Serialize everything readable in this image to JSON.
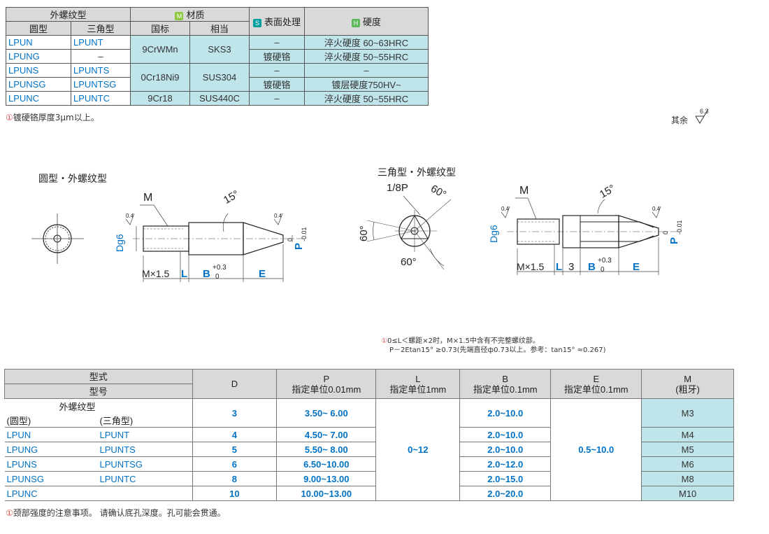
{
  "spec_table": {
    "header_thread": "外螺纹型",
    "header_round": "圆型",
    "header_triangle": "三角型",
    "material_badge": "M",
    "header_material": "材质",
    "header_national": "国标",
    "header_equivalent": "相当",
    "surface_badge": "S",
    "header_surface": "表面处理",
    "hardness_badge": "H",
    "header_hardness": "硬度",
    "rows": [
      {
        "round": "LPUN",
        "triangle": "LPUNT",
        "national": "9CrWMn",
        "equivalent": "SKS3",
        "surface": "–",
        "hardness": "淬火硬度 60~63HRC"
      },
      {
        "round": "LPUNG",
        "triangle": "–",
        "surface": "镀硬铬",
        "hardness": "淬火硬度 50~55HRC"
      },
      {
        "round": "LPUNS",
        "triangle": "LPUNTS",
        "national": "0Cr18Ni9",
        "equivalent": "SUS304",
        "surface": "–",
        "hardness": "–"
      },
      {
        "round": "LPUNSG",
        "triangle": "LPUNTSG",
        "surface": "镀硬铬",
        "hardness": "镀层硬度750HV~"
      },
      {
        "round": "LPUNC",
        "triangle": "LPUNTC",
        "national": "9Cr18",
        "equivalent": "SUS440C",
        "surface": "–",
        "hardness": "淬火硬度 50~55HRC"
      }
    ],
    "note_icon": "①",
    "note": "镀硬铬厚度3μm以上。"
  },
  "roughness": {
    "label": "其余",
    "value": "6.3"
  },
  "drawings": {
    "round_title": "圆型・外螺纹型",
    "triangle_title": "三角型・外螺纹型",
    "M": "M",
    "Dg6": "Dg6",
    "P": "P",
    "P_tol_upper": "0",
    "P_tol_lower": "-0.01",
    "angle15": "15°",
    "angle60": "60°",
    "rough04": "0.4",
    "M15": "M×1.5",
    "L": "L",
    "B": "B",
    "B_tol_upper": "+0.3",
    "B_tol_lower": "0",
    "E": "E",
    "three": "3",
    "oneeighth": "1/8P"
  },
  "drawing_notes": {
    "icon": "①",
    "line1": "0≤L＜螺距×2时，M×1.5中含有不完整螺纹部。",
    "line2": "P－2Etan15° ≥0.73(先端直径ф0.73以上。参考：tan15° ≈0.267)"
  },
  "size_table": {
    "h_type": "型式",
    "h_model": "型号",
    "h_D": "D",
    "h_P": "P",
    "h_P_sub": "指定单位0.01mm",
    "h_L": "L",
    "h_L_sub": "指定单位1mm",
    "h_B": "B",
    "h_B_sub": "指定单位0.1mm",
    "h_E": "E",
    "h_E_sub": "指定单位0.1mm",
    "h_M": "M",
    "h_M_sub": "(粗牙)",
    "thread_label": "外螺纹型",
    "round_label": "(圆型)",
    "triangle_label": "(三角型)",
    "L_range": "0~12",
    "E_range": "0.5~10.0",
    "rows": [
      {
        "round": "",
        "triangle": "",
        "D": "3",
        "P": "3.50~ 6.00",
        "B": "2.0~10.0",
        "M": "M3"
      },
      {
        "round": "LPUN",
        "triangle": "LPUNT",
        "D": "4",
        "P": "4.50~ 7.00",
        "B": "2.0~10.0",
        "M": "M4"
      },
      {
        "round": "LPUNG",
        "triangle": "LPUNTS",
        "D": "5",
        "P": "5.50~ 8.00",
        "B": "2.0~10.0",
        "M": "M5"
      },
      {
        "round": "LPUNS",
        "triangle": "LPUNTSG",
        "D": "6",
        "P": "6.50~10.00",
        "B": "2.0~12.0",
        "M": "M6"
      },
      {
        "round": "LPUNSG",
        "triangle": "LPUNTC",
        "D": "8",
        "P": "9.00~13.00",
        "B": "2.0~15.0",
        "M": "M8"
      },
      {
        "round": "LPUNC",
        "triangle": "",
        "D": "10",
        "P": "10.00~13.00",
        "B": "2.0~20.0",
        "M": "M10"
      }
    ],
    "note_icon": "①",
    "note": "颈部强度的注意事项。 请确认底孔深度。孔可能会贯通。"
  },
  "colors": {
    "accent": "#0072c6",
    "cyan_cell": "#bfe4ea",
    "header_gray": "#d9d9d9"
  }
}
